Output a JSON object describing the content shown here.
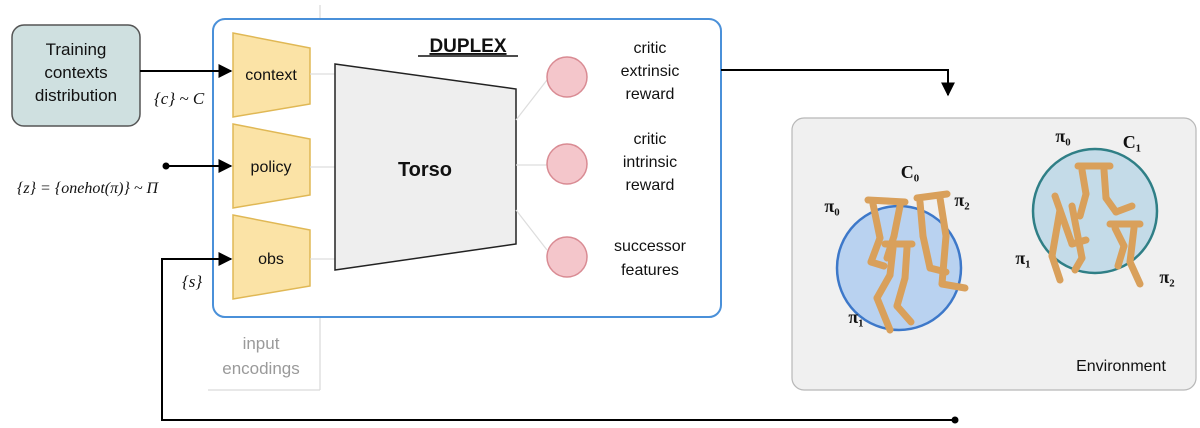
{
  "training_box": {
    "lines": [
      "Training",
      "contexts",
      "distribution"
    ]
  },
  "labels": {
    "context_sample": "{c} ~ C",
    "policy_sample": "{z} = {onehot(π)} ~ Π",
    "state_sample": "{s}",
    "input_encodings": [
      "input",
      "encodings"
    ]
  },
  "duplex": {
    "title": "DUPLEX",
    "encoders": [
      "context",
      "policy",
      "obs"
    ],
    "torso": "Torso",
    "heads": [
      {
        "lines": [
          "critic",
          "extrinsic",
          "reward"
        ]
      },
      {
        "lines": [
          "critic",
          "intrinsic",
          "reward"
        ]
      },
      {
        "lines": [
          "successor",
          "features"
        ]
      }
    ]
  },
  "environment": {
    "label": "Environment",
    "context_labels": [
      "C₀",
      "C₁"
    ],
    "policy_labels_c0": [
      "π₀",
      "π₂",
      "π₁"
    ],
    "policy_labels_c1": [
      "π₀",
      "π₁",
      "π₂"
    ]
  },
  "colors": {
    "duplex_border": "#4a90d9",
    "encoder_fill": "#fbe3a6",
    "encoder_stroke": "#e0b855",
    "head_fill": "#f4c6cb",
    "head_stroke": "#d98b93",
    "torso_fill": "#eeeeee",
    "training_fill": "#cfe0e0",
    "env_fill": "#f0f0f0",
    "circle_c0_fill": "#b9d2f0",
    "circle_c0_stroke": "#3d78c9",
    "circle_c1_fill": "#c4dbe8",
    "circle_c1_stroke": "#2f7f86",
    "walker": "#d9a05b"
  }
}
